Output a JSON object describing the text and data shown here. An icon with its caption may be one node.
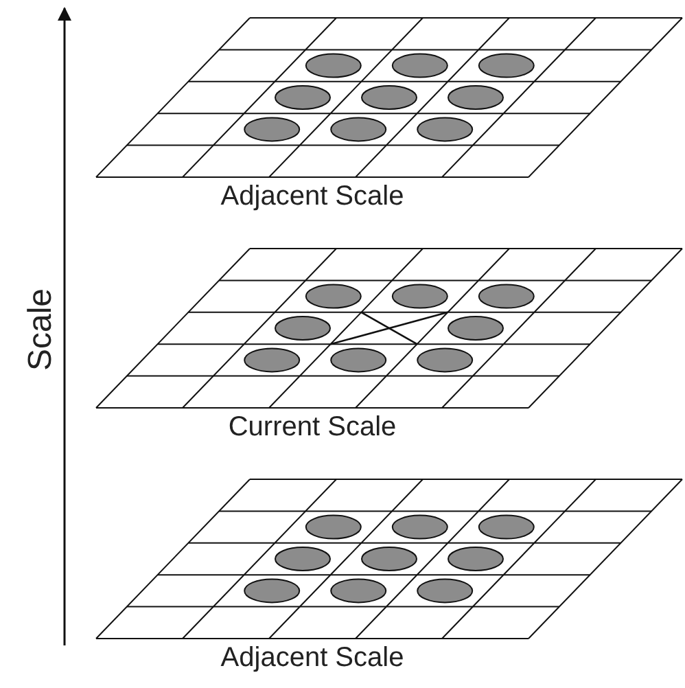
{
  "diagram": {
    "nodes": [
      {
        "text": [
          "Adjacent Scale"
        ]
      },
      {
        "text": [
          "Current Scale"
        ]
      },
      {
        "text": [
          "Adjacent Scale"
        ]
      }
    ],
    "labels": [
      "Scale"
    ]
  }
}
